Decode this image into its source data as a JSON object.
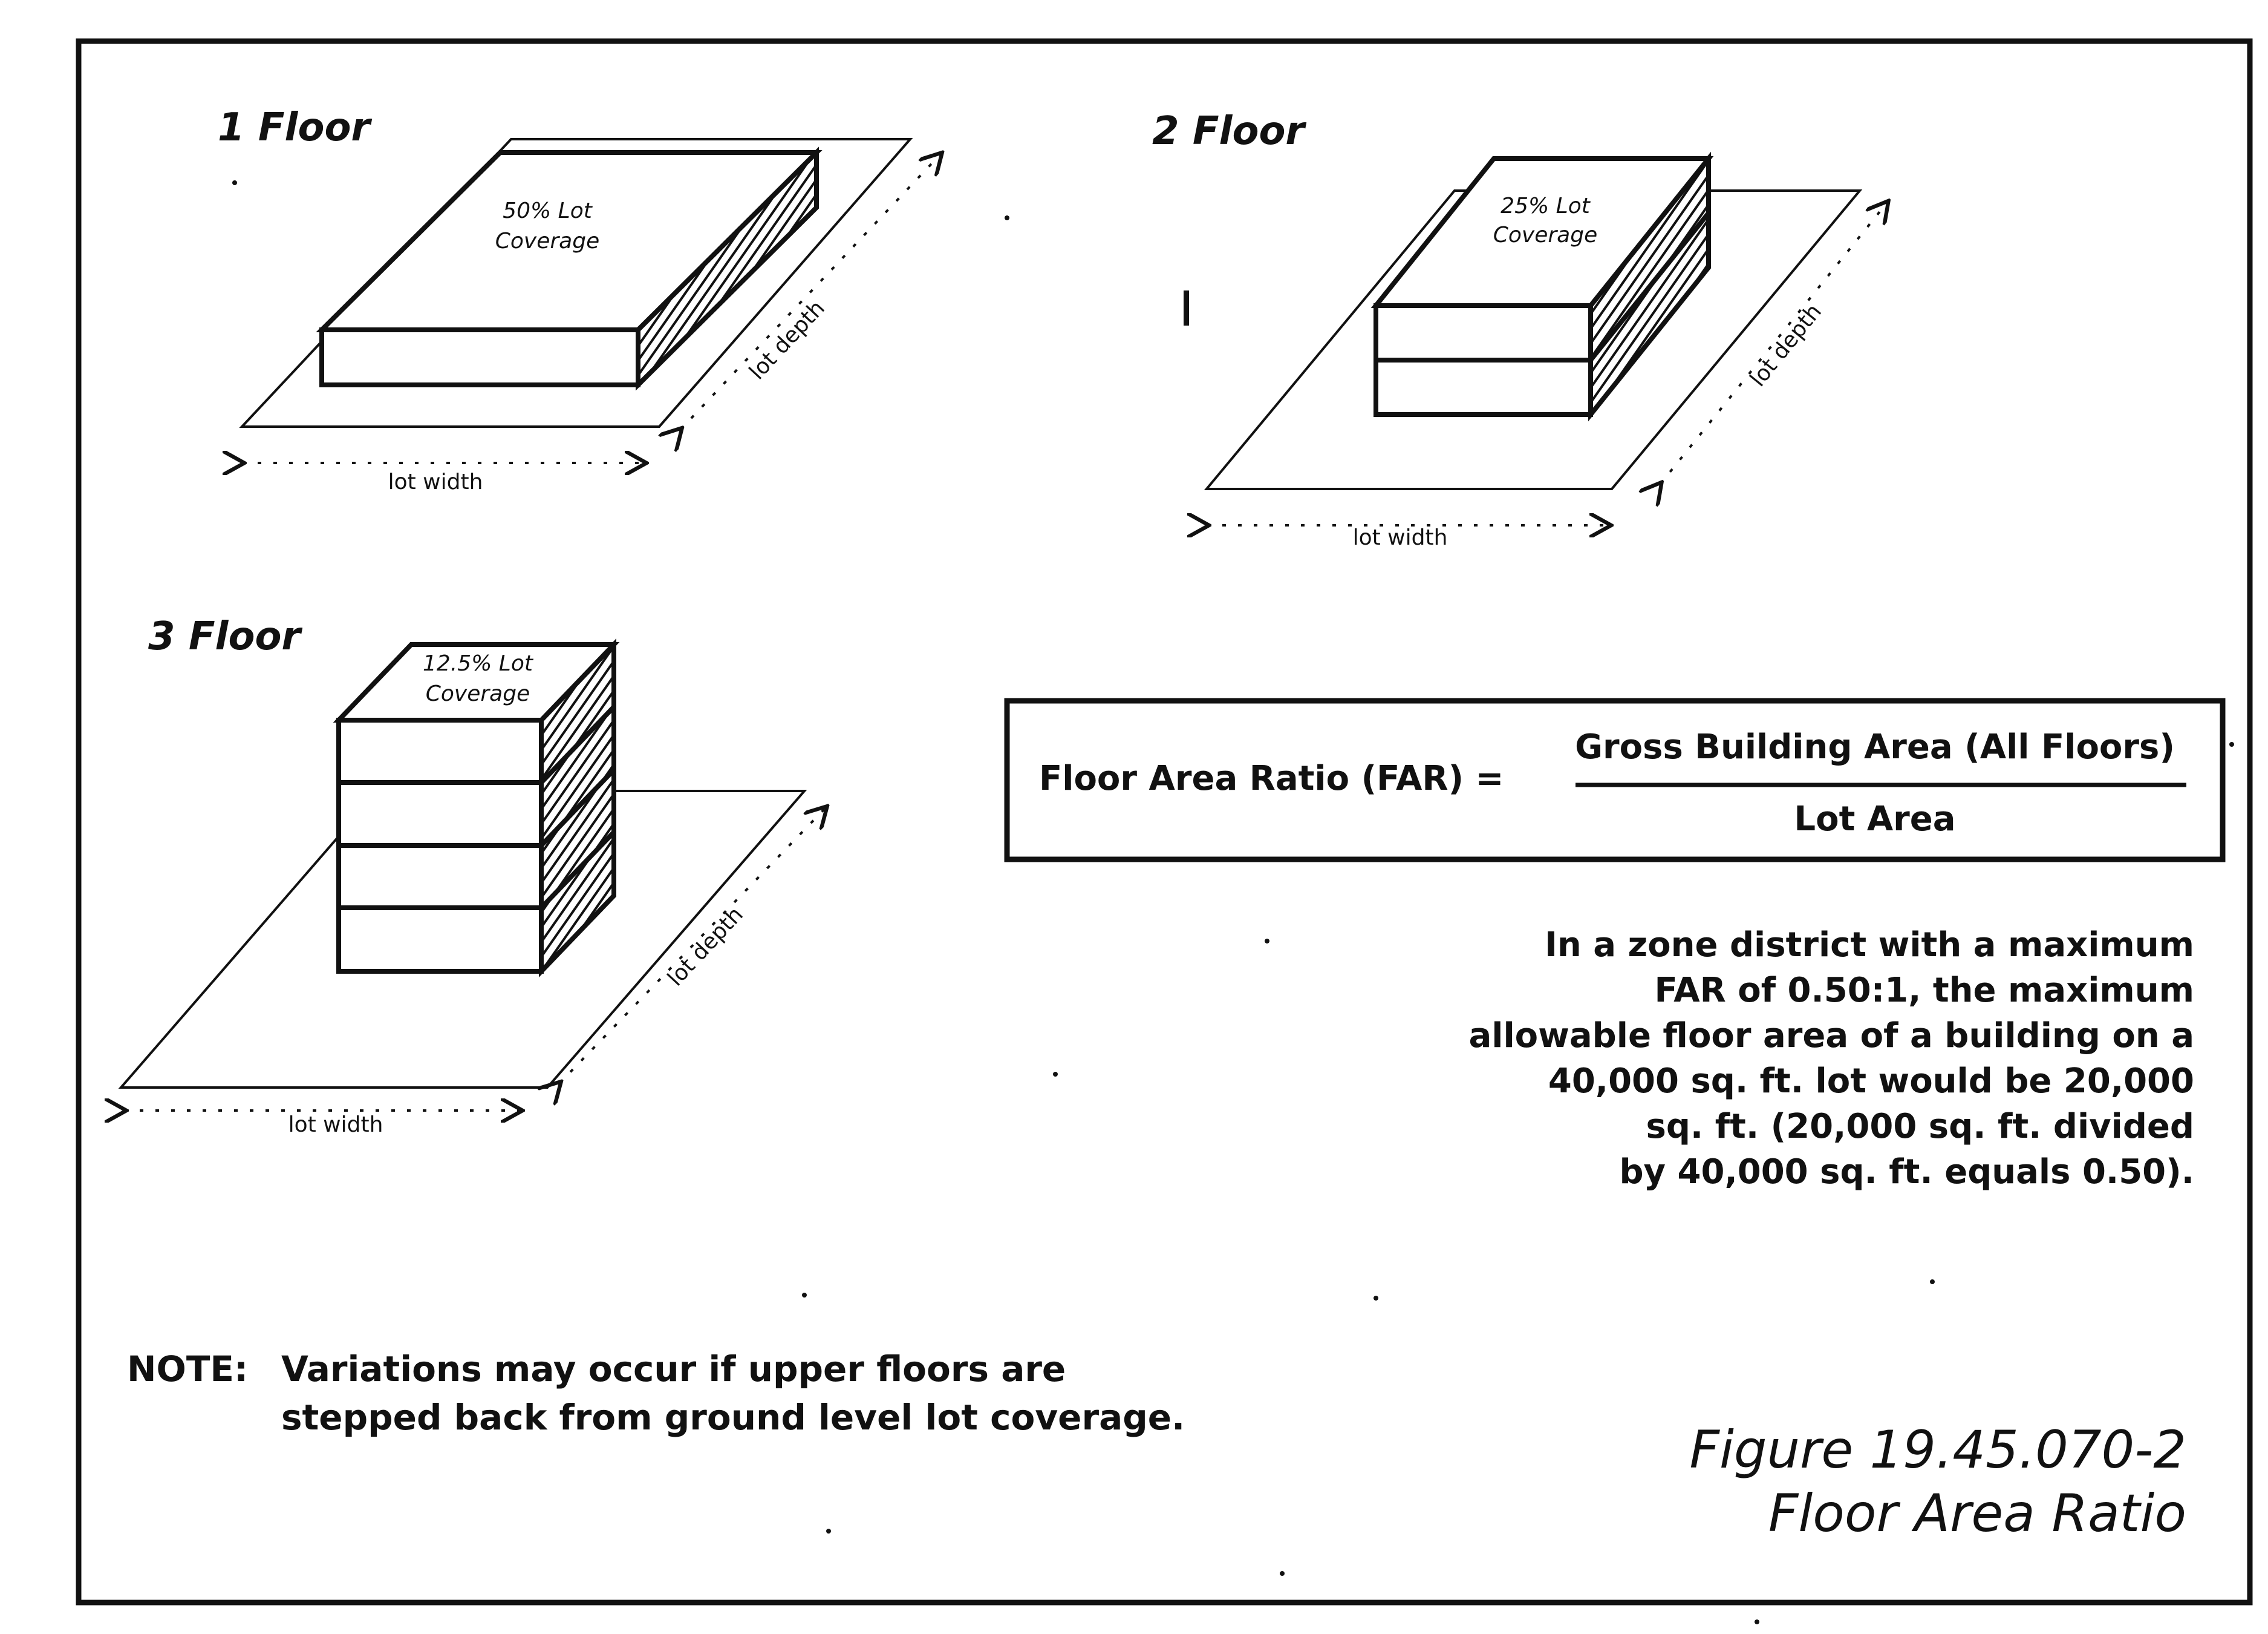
{
  "panels": [
    {
      "heading": "1 Floor",
      "coverage_line1": "50% Lot",
      "coverage_line2": "Coverage",
      "width_label": "lot width",
      "depth_label": "lot depth"
    },
    {
      "heading": "2 Floor",
      "coverage_line1": "25% Lot",
      "coverage_line2": "Coverage",
      "width_label": "lot width",
      "depth_label": "lot depth"
    },
    {
      "heading": "3 Floor",
      "coverage_line1": "12.5% Lot",
      "coverage_line2": "Coverage",
      "width_label": "lot width",
      "depth_label": "lot depth"
    }
  ],
  "formula": {
    "lhs": "Floor Area Ratio (FAR) =",
    "numerator": "Gross Building Area (All Floors)",
    "denominator": "Lot Area"
  },
  "explanation": [
    "In a zone district with a maximum",
    "FAR of 0.50:1, the maximum",
    "allowable floor area of a building on a",
    "40,000 sq. ft. lot would be 20,000",
    "sq. ft. (20,000 sq. ft. divided",
    "by 40,000 sq. ft. equals 0.50)."
  ],
  "note": {
    "label": "NOTE:",
    "line1": "Variations may occur if upper floors are",
    "line2": "stepped back from ground level lot coverage."
  },
  "figure": {
    "number": "Figure 19.45.070-2",
    "title": "Floor Area Ratio"
  }
}
